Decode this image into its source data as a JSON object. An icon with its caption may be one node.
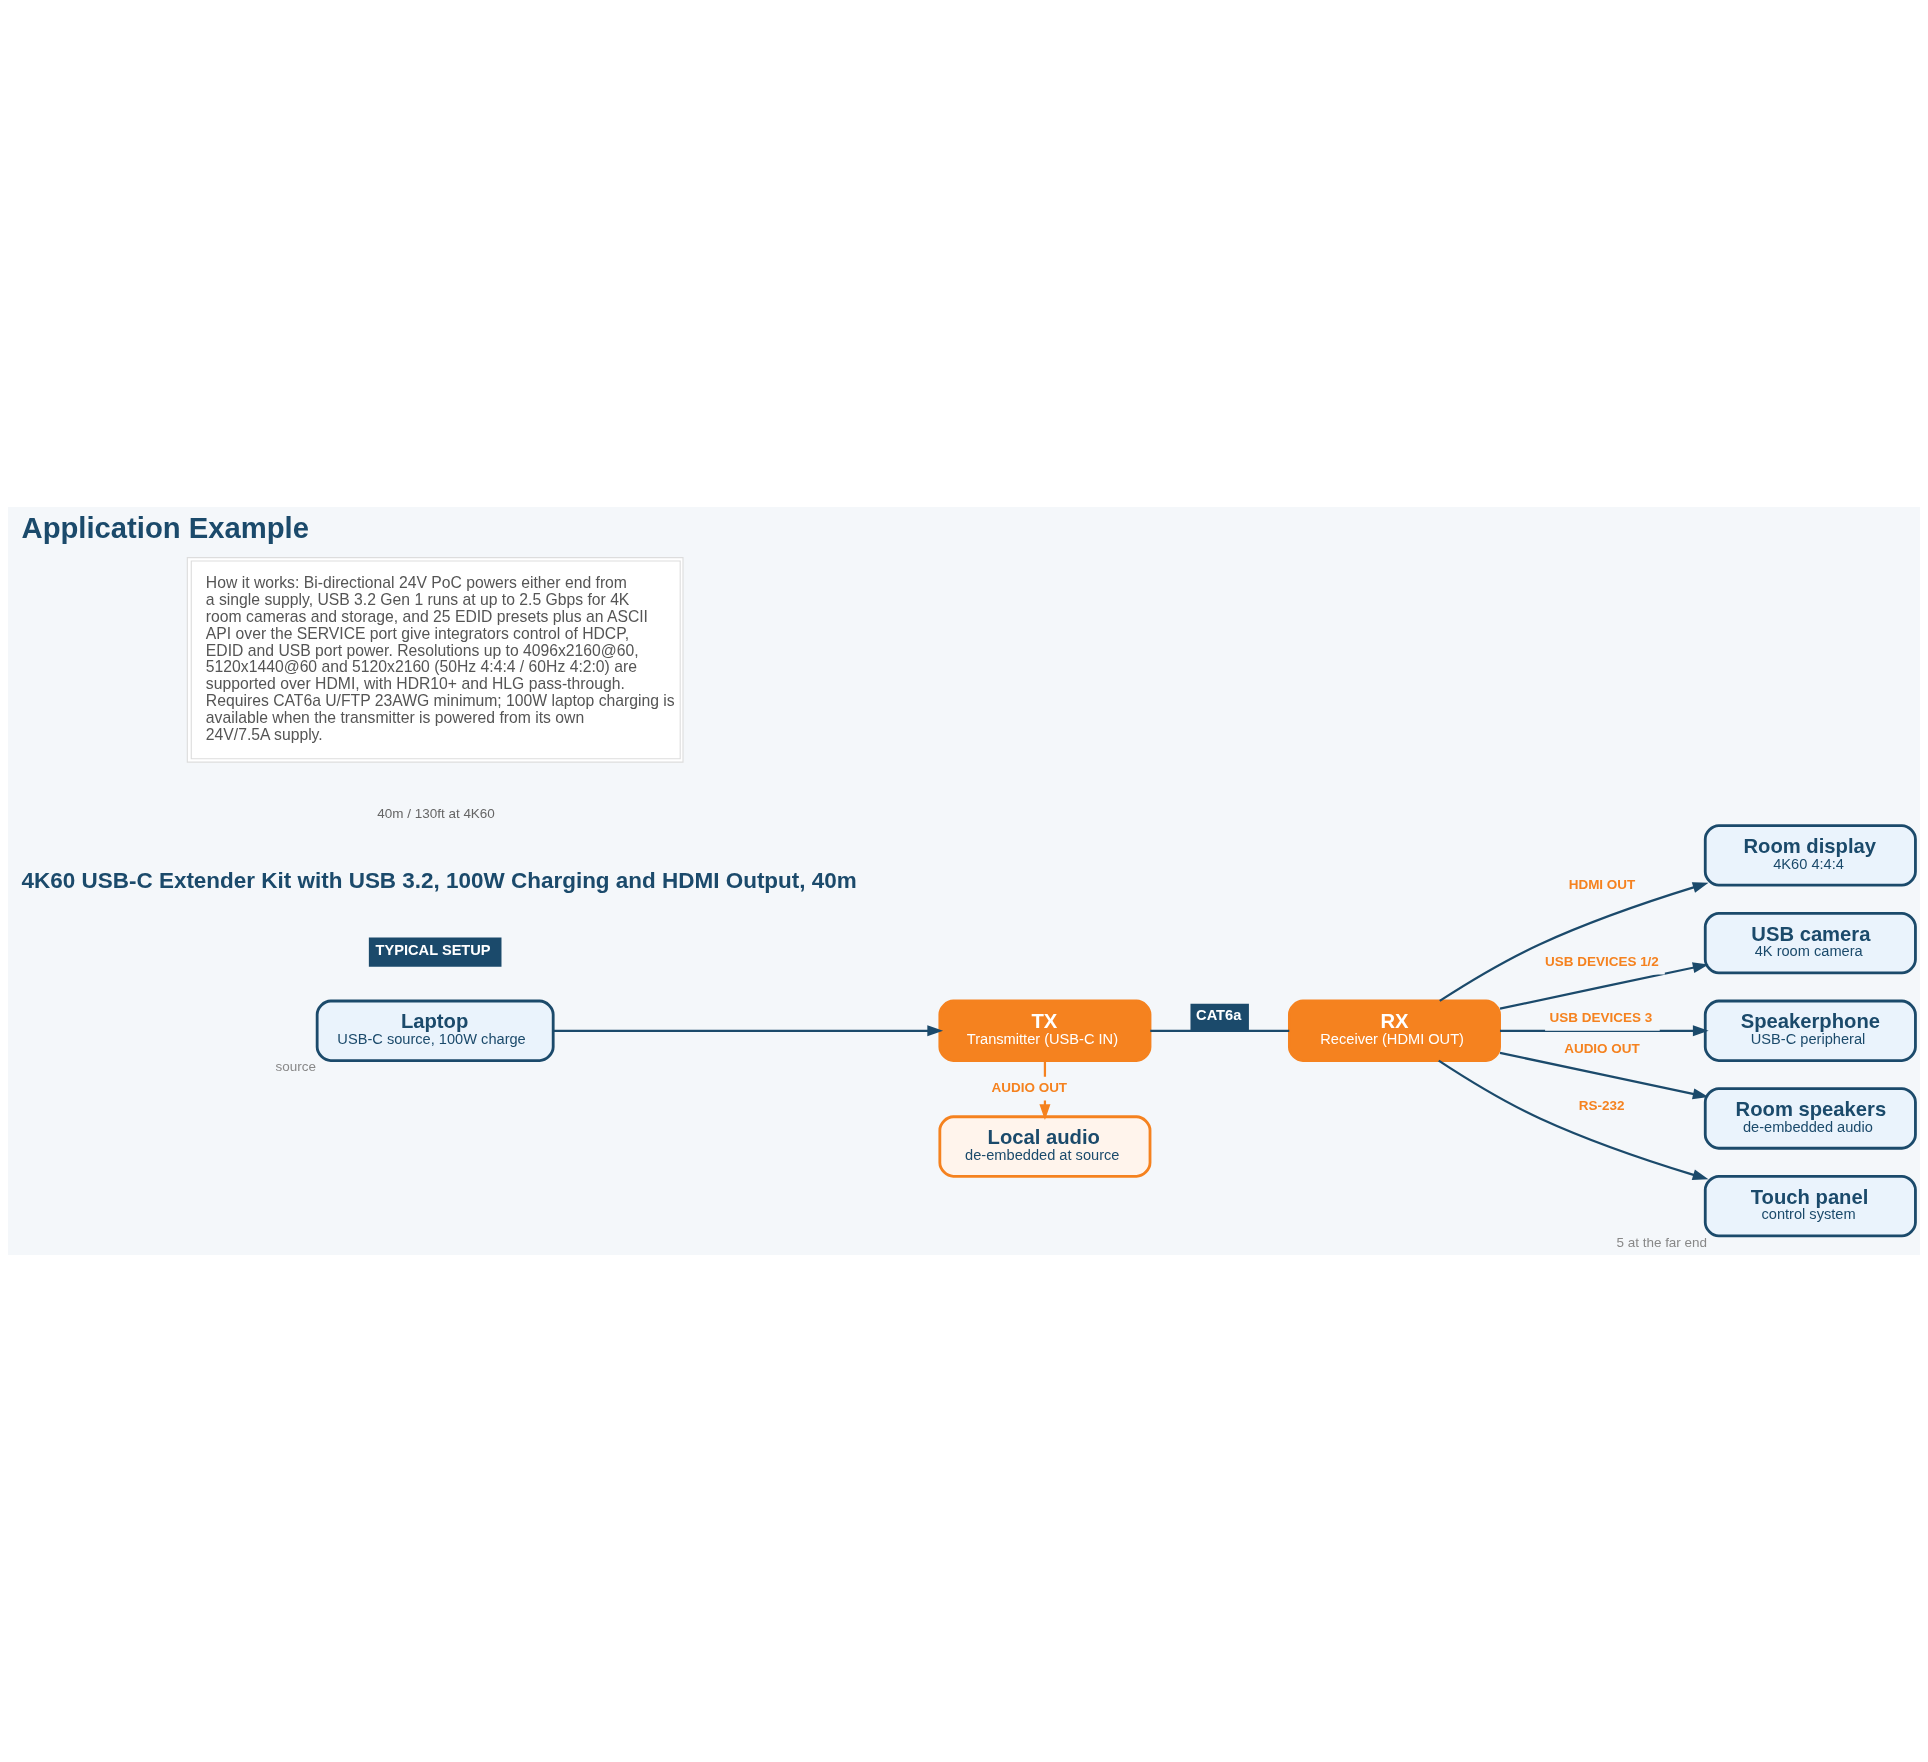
{
  "diagram": {
    "title": "Application Example",
    "nodes": [
      {
        "text": [
          "Laptop",
          "USB-C source, 100W charge"
        ],
        "beside": [
          "source"
        ]
      },
      {
        "text": [
          "TX",
          "Transmitter (USB-C IN)"
        ]
      },
      {
        "text": [
          "RX",
          "Receiver (HDMI OUT)"
        ]
      },
      {
        "text": [
          "Room display",
          "4K60 4:4:4"
        ]
      },
      {
        "text": [
          "USB camera",
          "4K room camera"
        ]
      },
      {
        "text": [
          "Speakerphone",
          "USB-C peripheral"
        ]
      },
      {
        "text": [
          "Room speakers",
          "de-embedded audio"
        ]
      },
      {
        "text": [
          "Touch panel",
          "control system"
        ],
        "beside": [
          "5 at the far end"
        ]
      },
      {
        "text": [
          "Local audio",
          "de-embedded at source"
        ]
      }
    ],
    "edges": [
      {
        "from": 0,
        "to": 1,
        "arrow": "to"
      },
      {
        "from": 1,
        "to": 2,
        "arrow": "none",
        "label": "CAT6a"
      },
      {
        "from": 2,
        "to": 3,
        "arrow": "to",
        "label": "HDMI OUT"
      },
      {
        "from": 2,
        "to": 4,
        "arrow": "to",
        "label": "USB DEVICES 1/2"
      },
      {
        "from": 2,
        "to": 5,
        "arrow": "to",
        "label": "USB DEVICES 3"
      },
      {
        "from": 2,
        "to": 6,
        "arrow": "to",
        "label": "AUDIO OUT"
      },
      {
        "from": 2,
        "to": 7,
        "arrow": "to",
        "label": "RS-232"
      },
      {
        "from": 1,
        "to": 8,
        "arrow": "to",
        "label": "AUDIO OUT",
        "color": "#f5821f"
      }
    ],
    "labels": [
      "TYPICAL SETUP",
      "4K60 USB-C Extender Kit with USB 3.2, 100W Charging and HDMI Output, 40m",
      "40m / 130ft at 4K60",
      "How it works: Bi-directional 24V PoC powers either end from a single supply, USB 3.2 Gen 1 runs at up to 2.5 Gbps for 4K room cameras and storage, and 25 EDID presets plus an ASCII API over the SERVICE port give integrators control of HDCP, EDID and USB port power. Resolutions up to 4096x2160@60, 5120x1440@60 and 5120x2160 (50Hz 4:4:4 / 60Hz 4:2:0) are supported over HDMI, with HDR10+ and HLG pass-through. Requires CAT6a U/FTP 23AWG minimum; 100W laptop charging is available when the transmitter is powered from its own 24V/7.5A supply."
    ]
  }
}
